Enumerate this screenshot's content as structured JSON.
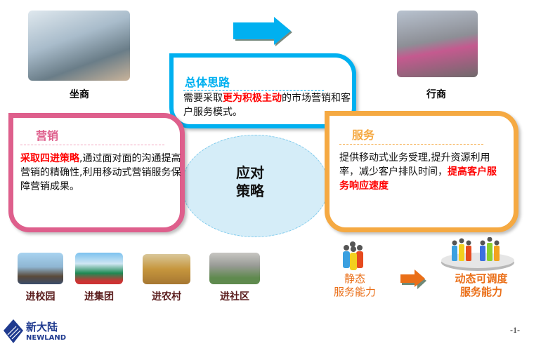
{
  "top": {
    "left_label": "坐商",
    "right_label": "行商",
    "arrow_icon": "right-arrow-icon"
  },
  "strategy": {
    "title": "总体思路",
    "text_prefix": "需要采取",
    "text_highlight": "更为积极主动",
    "text_suffix": "的市场营销和客户服务模式。"
  },
  "marketing": {
    "title": "营销",
    "text_highlight": "采取四进策略",
    "text_rest": ",通过面对面的沟通提高营销的精确性,利用移动式营销服务保障营销成果。"
  },
  "service": {
    "title": "服务",
    "text_rest": "提供移动式业务受理,提升资源利用率，减少客户排队时间，",
    "text_highlight": "提高客户服务响应速度"
  },
  "center": {
    "line1": "应对",
    "line2": "策略"
  },
  "four_entries": [
    {
      "label": "进校园"
    },
    {
      "label": "进集团"
    },
    {
      "label": "进农村"
    },
    {
      "label": "进社区"
    }
  ],
  "capability": {
    "static_line1": "静态",
    "static_line2": "服务能力",
    "dynamic_line1": "动态可调度",
    "dynamic_line2": "服务能力"
  },
  "footer": {
    "logo_cn": "新大陆",
    "logo_en": "NEWLAND",
    "page_number": "-1-"
  },
  "colors": {
    "blue": "#00b0f0",
    "pink": "#de5f8c",
    "orange": "#f5a942",
    "red": "#ff0000",
    "dark_orange": "#ea6f18"
  }
}
